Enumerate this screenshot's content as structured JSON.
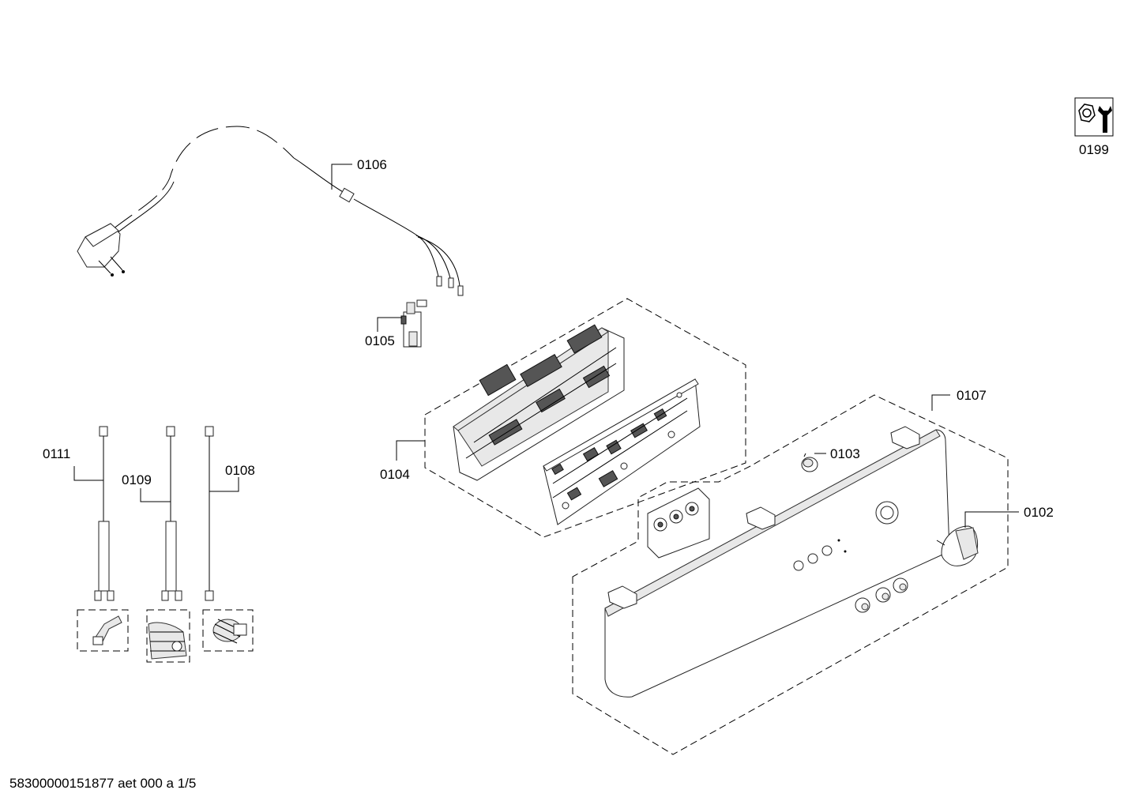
{
  "labels": {
    "p0106": "0106",
    "p0105": "0105",
    "p0104": "0104",
    "p0107": "0107",
    "p0103": "0103",
    "p0102": "0102",
    "p0111": "0111",
    "p0109": "0109",
    "p0108": "0108",
    "p0199": "0199"
  },
  "footer": "58300000151877 aet 000 a 1/5",
  "icons": {
    "tool": "wrench-nut-icon"
  }
}
